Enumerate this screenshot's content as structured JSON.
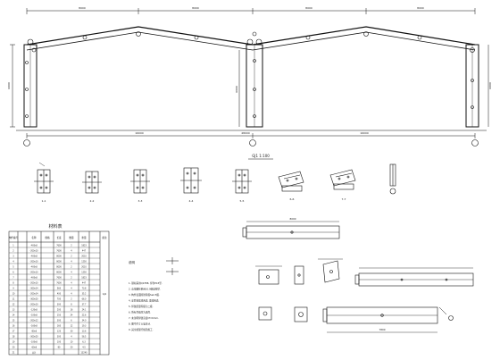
{
  "drawing": {
    "colors": {
      "line": "#111111",
      "background": "#ffffff"
    },
    "frame": {
      "bay_dims": [
        "8000",
        "8000",
        "8000",
        "8000"
      ],
      "span_dims": [
        "16000",
        "16000"
      ],
      "total_dim": "48000",
      "height_dims": [
        "6000",
        "6000",
        "6000"
      ],
      "section_title": "GJ1 1:100"
    },
    "node_details": [
      {
        "label": "1-1"
      },
      {
        "label": "2-2"
      },
      {
        "label": "3-3"
      },
      {
        "label": "4-4"
      },
      {
        "label": "5-5"
      },
      {
        "label": "6-6"
      },
      {
        "label": "7-7"
      }
    ],
    "material_table": {
      "title": "材料表",
      "headers": [
        "构件编号",
        "名称",
        "规格",
        "长度",
        "数量",
        "重量",
        "备注"
      ],
      "side_note": "GJ1",
      "rows": [
        [
          "1",
          "-400x8",
          "7600",
          "2",
          "1823"
        ],
        [
          "2",
          "-200x10",
          "7600",
          "4",
          "447"
        ],
        [
          "3",
          "-400x8",
          "8000",
          "2",
          "2010"
        ],
        [
          "4",
          "-200x10",
          "8000",
          "4",
          "1250"
        ],
        [
          "5",
          "-400x8",
          "8000",
          "2",
          "2010"
        ],
        [
          "6",
          "-200x10",
          "8000",
          "4",
          "1250"
        ],
        [
          "7",
          "-400x8",
          "7600",
          "2",
          "1823"
        ],
        [
          "8",
          "-200x10",
          "7600",
          "4",
          "447"
        ],
        [
          "9",
          "-300x14",
          "560",
          "4",
          "73.8"
        ],
        [
          "10",
          "-200x14",
          "400",
          "4",
          "35.2"
        ],
        [
          "11",
          "-300x20",
          "700",
          "2",
          "66.0"
        ],
        [
          "12",
          "-200x10",
          "300",
          "8",
          "37.7"
        ],
        [
          "13",
          "-120x8",
          "200",
          "16",
          "24.1"
        ],
        [
          "14",
          "-100x8",
          "150",
          "24",
          "22.6"
        ],
        [
          "15",
          "-200x12",
          "300",
          "6",
          "34.0"
        ],
        [
          "16",
          "-160x8",
          "160",
          "12",
          "19.3"
        ],
        [
          "17",
          "-80x6",
          "120",
          "30",
          "13.6"
        ],
        [
          "18",
          "-300x20",
          "300",
          "4",
          "56.5"
        ],
        [
          "19",
          "-100x8",
          "100",
          "10",
          "6.3"
        ],
        [
          "20",
          "-60x6",
          "80",
          "20",
          "4.5"
        ],
        [
          "21",
          "合计",
          "",
          "",
          "13240"
        ]
      ]
    },
    "notes": {
      "heading": "说明",
      "items": [
        "1. 钢材采用Q235B, 焊条E43型.",
        "2. 高强螺栓采用10.9级摩擦型.",
        "3. 构件表面除锈等级Sa2.5级.",
        "4. 涂防锈底漆两道, 面漆两道.",
        "5. 焊缝质量等级为二级.",
        "6. 所有焊缝均为满焊.",
        "7. 未注明焊缝高度hf=6mm.",
        "8. 图中尺寸以毫米计.",
        "9. 其余按现行规范施工."
      ]
    },
    "purlin_length": "8000",
    "brace_length": "7800"
  }
}
